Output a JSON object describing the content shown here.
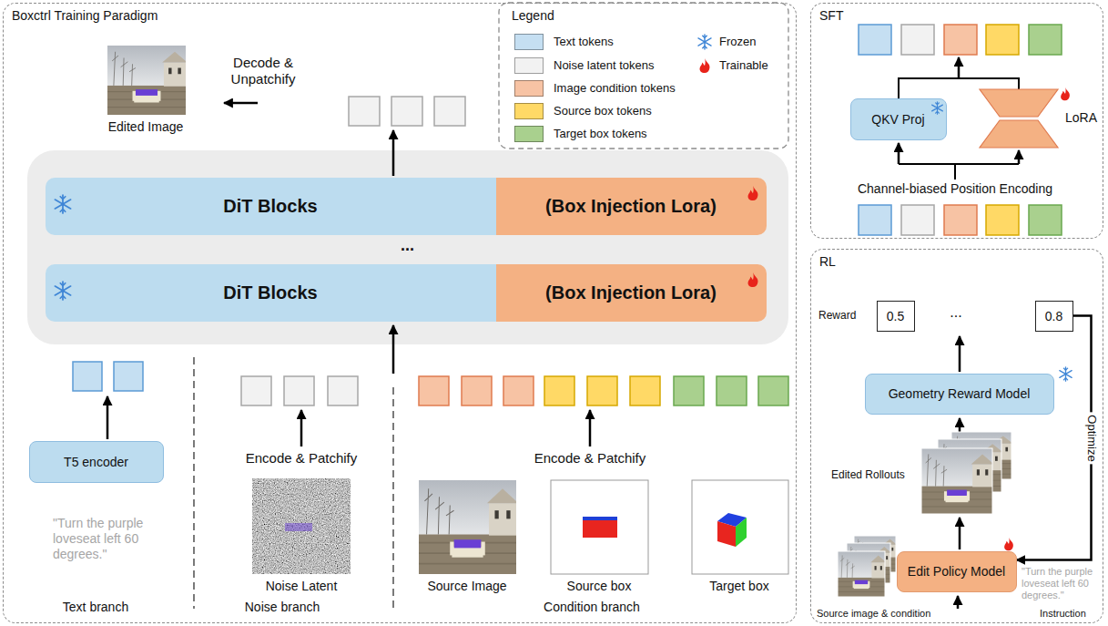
{
  "diagram": {
    "nodes": [
      {
        "text": [
          "Boxctrl Training Paradigm"
        ]
      },
      {
        "text": [
          "..."
        ],
        "in": 0
      },
      {
        "text": [
          "DiT Blocks"
        ],
        "in": 1
      },
      {
        "text": [
          "(Box Injection Lora)"
        ],
        "in": 1
      },
      {
        "text": [
          "DiT Blocks"
        ],
        "in": 1
      },
      {
        "text": [
          "(Box Injection Lora)"
        ],
        "in": 1
      },
      {
        "text": [
          "T5 encoder"
        ],
        "in": 0
      },
      {
        "text": [
          "SFT"
        ]
      },
      {
        "text": [
          "QKV Proj"
        ],
        "in": 7
      },
      {
        "text": [
          "RL"
        ]
      },
      {
        "text": [
          "0.5"
        ],
        "in": 9
      },
      {
        "text": [
          "0.8"
        ],
        "in": 9
      },
      {
        "text": [
          "Geometry Reward Model"
        ],
        "in": 9
      },
      {
        "text": [
          "Edit Policy Model"
        ],
        "in": 9
      }
    ],
    "edges": [
      {
        "from": 11,
        "to": 13,
        "label": "Optimize",
        "arrow": "to"
      }
    ],
    "labels": [
      "Legend",
      "Edited Image",
      "Decode & Unpatchify",
      "\"Turn the purple loveseat left 60 degrees.\"",
      "Text branch",
      "Encode & Patchify",
      "Noise Latent",
      "Noise branch",
      "Encode & Patchify",
      "Source Image",
      "Source box",
      "Target box",
      "Condition branch",
      "LoRA",
      "Channel-biased Position Encoding",
      "Reward",
      "...",
      "Edited Rollouts",
      "Source image & condition",
      "Instruction",
      "\"Turn the purple loveseat left 60 degrees.\""
    ],
    "legend": [
      {
        "text": "Text tokens",
        "color": "#c5dff2"
      },
      {
        "text": "Noise latent tokens",
        "color": "#f2f2f2"
      },
      {
        "text": "Image condition tokens",
        "color": "#f7c3a4"
      },
      {
        "text": "Source box tokens",
        "color": "#ffd966"
      },
      {
        "text": "Target box tokens",
        "color": "#a9d08e"
      },
      {
        "text": "Frozen"
      },
      {
        "text": "Trainable"
      }
    ]
  }
}
